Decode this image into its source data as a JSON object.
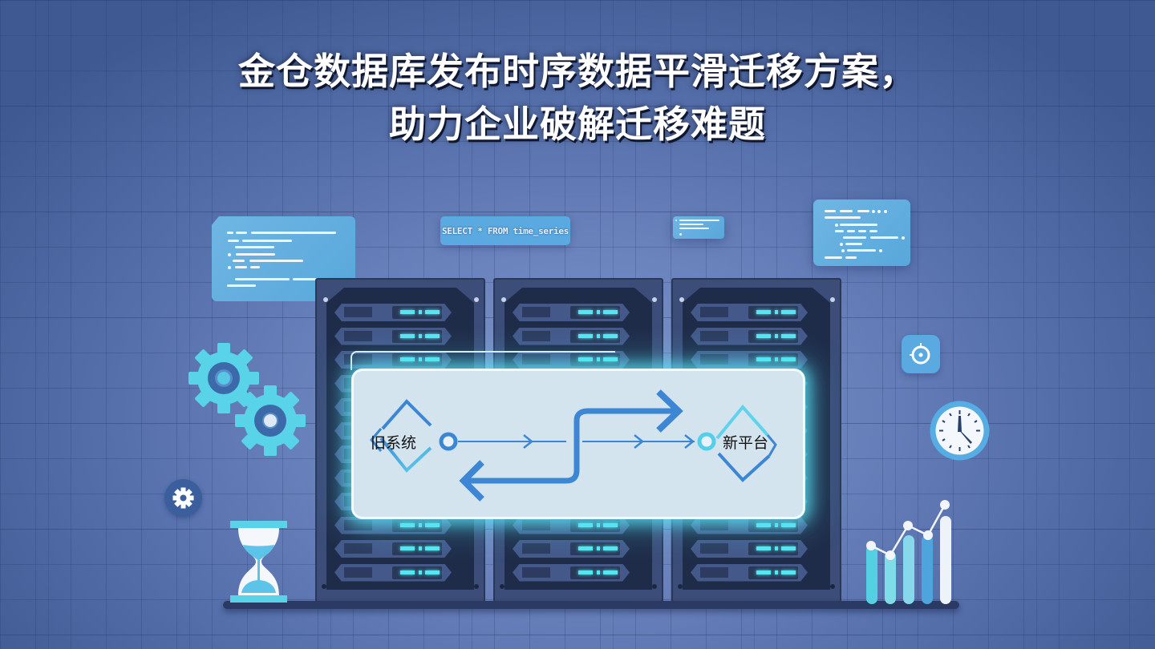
{
  "headline": {
    "line1": "金仓数据库发布时序数据平滑迁移方案，",
    "line2": "助力企业破解迁移难题"
  },
  "floating_cards": {
    "sql_snippet": "SELECT * FROM time_series",
    "code_card_left": "code-lines",
    "code_card_small": "code-lines",
    "code_card_right": "code-lines"
  },
  "migration_panel": {
    "source_label": "旧系统",
    "target_label": "新平台"
  },
  "icons": {
    "gears": "gears-icon",
    "settings": "settings-gear-icon",
    "hourglass": "hourglass-icon",
    "target": "target-icon",
    "clock": "clock-icon",
    "chart": "bar-line-chart-icon"
  },
  "colors": {
    "background": "#5a72ad",
    "accent_cyan": "#56e6f1",
    "accent_blue": "#3f86d0",
    "rack_dark": "#1f2c49",
    "panel_bg": "#d3e4ee",
    "card_blue": "#5aa9e0"
  },
  "racks": {
    "count": 3,
    "units_per_rack": 12
  }
}
